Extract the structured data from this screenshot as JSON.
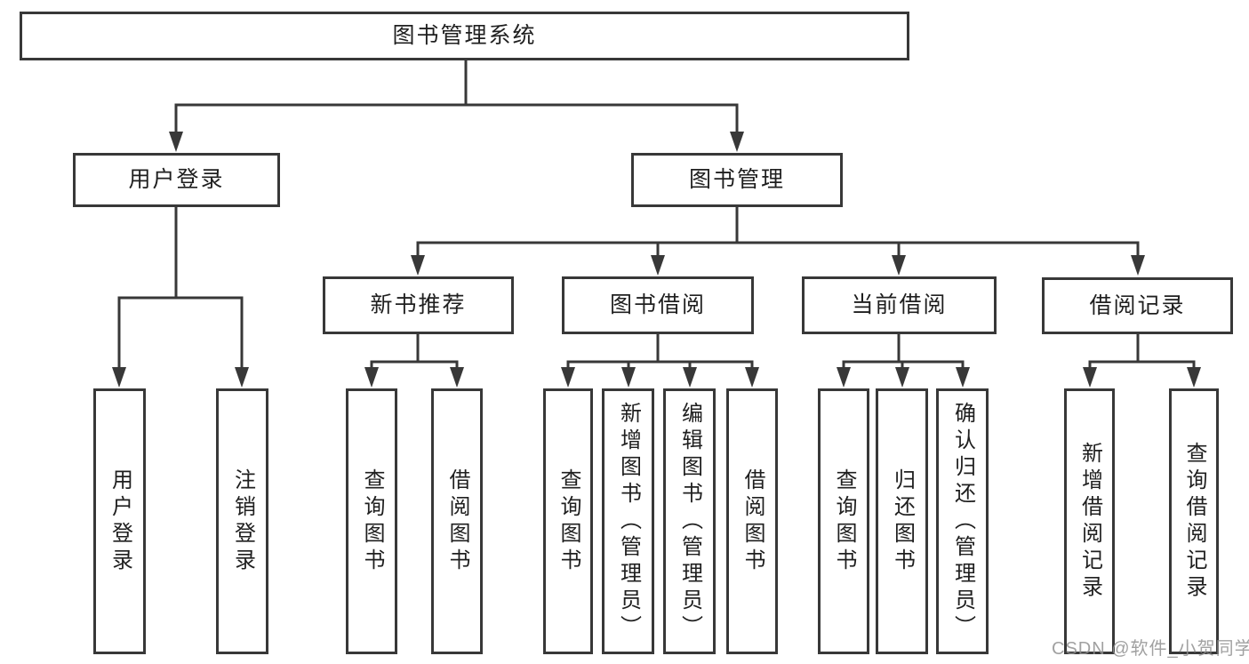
{
  "colors": {
    "background": "#ffffff",
    "line": "#383838",
    "box_border": "#383838",
    "text": "#1f1f1f",
    "watermark": "#919191"
  },
  "watermark": {
    "text": "CSDN @软件_小贺同学"
  },
  "nodes": {
    "root": "图书管理系统",
    "user_login": "用户登录",
    "book_mgmt": "图书管理",
    "new_book_rec": "新书推荐",
    "book_borrow": "图书借阅",
    "current_borrow": "当前借阅",
    "borrow_records": "借阅记录",
    "leaf_user_login": "用户登录",
    "leaf_logout": "注销登录",
    "leaf_query_book_1": "查询图书",
    "leaf_borrow_book_1": "借阅图书",
    "leaf_query_book_2": "查询图书",
    "leaf_add_book": "新增图书（管理员）",
    "leaf_edit_book": "编辑图书（管理员）",
    "leaf_borrow_book_2": "借阅图书",
    "leaf_query_book_3": "查询图书",
    "leaf_return_book": "归还图书",
    "leaf_confirm_return": "确认归还（管理员）",
    "leaf_add_borrow_record": "新增借阅记录",
    "leaf_query_borrow_record": "查询借阅记录"
  },
  "hierarchy": {
    "图书管理系统": {
      "用户登录": [
        "用户登录",
        "注销登录"
      ],
      "图书管理": {
        "新书推荐": [
          "查询图书",
          "借阅图书"
        ],
        "图书借阅": [
          "查询图书",
          "新增图书（管理员）",
          "编辑图书（管理员）",
          "借阅图书"
        ],
        "当前借阅": [
          "查询图书",
          "归还图书",
          "确认归还（管理员）"
        ],
        "借阅记录": [
          "新增借阅记录",
          "查询借阅记录"
        ]
      }
    }
  }
}
